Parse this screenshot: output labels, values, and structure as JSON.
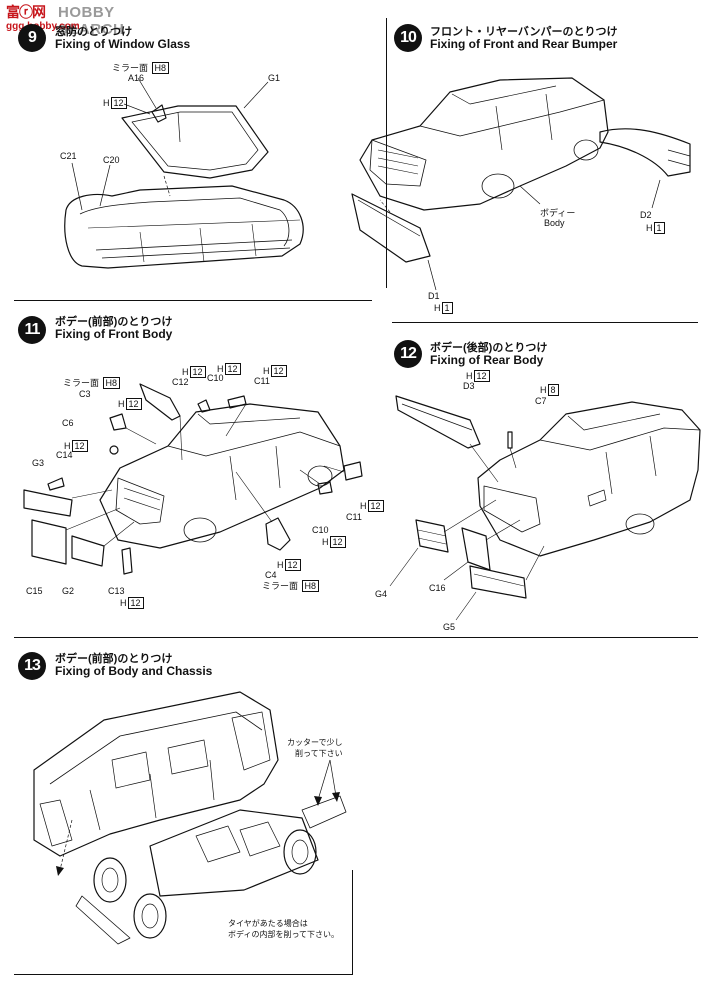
{
  "watermark": {
    "logo": "富ⓡ网",
    "text": "HOBBY SEARCH",
    "url": "ggg.hobby.com"
  },
  "steps": [
    {
      "number": "9",
      "title_jp": "窓防のとりつけ",
      "title_en": "Fixing of Window Glass",
      "labels": [
        {
          "text": "ミラー面",
          "part": "H8"
        },
        {
          "text": "A16",
          "part": ""
        },
        {
          "text": "G1",
          "part": ""
        },
        {
          "text": "H",
          "part": "12"
        },
        {
          "text": "C21",
          "part": ""
        },
        {
          "text": "C20",
          "part": ""
        }
      ]
    },
    {
      "number": "10",
      "title_jp": "フロント・リヤーバンパーのとりつけ",
      "title_en": "Fixing of Front and Rear Bumper",
      "labels": [
        {
          "text": "ボディー",
          "part": ""
        },
        {
          "text": "Body",
          "part": ""
        },
        {
          "text": "D2",
          "part": ""
        },
        {
          "text": "H",
          "part": "1"
        },
        {
          "text": "D1",
          "part": ""
        },
        {
          "text": "H",
          "part": "1"
        }
      ]
    },
    {
      "number": "11",
      "title_jp": "ボデー(前部)のとりつけ",
      "title_en": "Fixing of Front Body",
      "labels": [
        {
          "text": "ミラー面",
          "part": "H8"
        },
        {
          "text": "C3",
          "part": ""
        },
        {
          "text": "C6",
          "part": ""
        },
        {
          "text": "C14",
          "part": ""
        },
        {
          "text": "G3",
          "part": ""
        },
        {
          "text": "C15",
          "part": ""
        },
        {
          "text": "G2",
          "part": ""
        },
        {
          "text": "C13",
          "part": ""
        },
        {
          "text": "C12",
          "part": ""
        },
        {
          "text": "C10",
          "part": ""
        },
        {
          "text": "C11",
          "part": ""
        },
        {
          "text": "C10",
          "part": ""
        },
        {
          "text": "C11",
          "part": ""
        },
        {
          "text": "C4",
          "part": ""
        },
        {
          "text": "ミラー面",
          "part": "H8"
        }
      ]
    },
    {
      "number": "12",
      "title_jp": "ボデー(後部)のとりつけ",
      "title_en": "Fixing of Rear Body",
      "labels": [
        {
          "text": "H",
          "part": "12"
        },
        {
          "text": "D3",
          "part": ""
        },
        {
          "text": "H",
          "part": "8"
        },
        {
          "text": "C7",
          "part": ""
        },
        {
          "text": "G4",
          "part": ""
        },
        {
          "text": "C16",
          "part": ""
        },
        {
          "text": "G5",
          "part": ""
        }
      ]
    },
    {
      "number": "13",
      "title_jp": "ボデー(前部)のとりつけ",
      "title_en": "Fixing of Body and Chassis",
      "notes": [
        "カッターで少し",
        "削って下さい",
        "タイヤがあたる場合は",
        "ボディの内部を削って下さい。"
      ]
    }
  ]
}
